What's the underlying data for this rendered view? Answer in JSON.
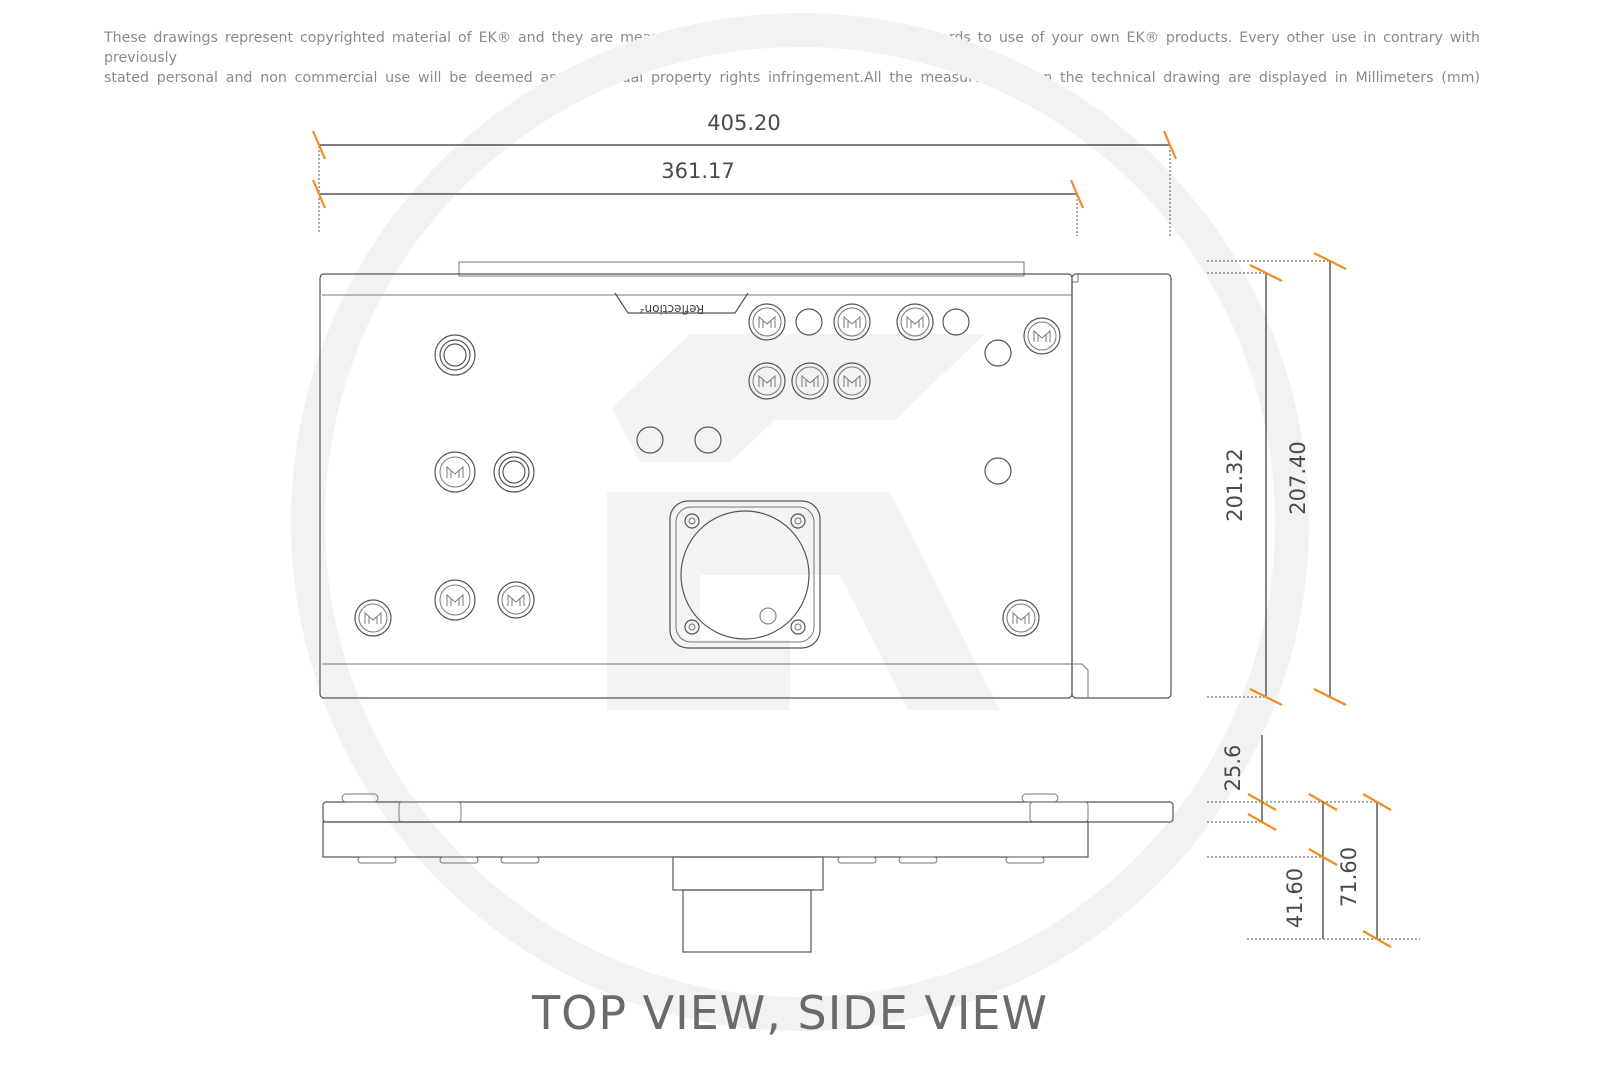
{
  "disclaimer": {
    "line1": "These drawings represent copyrighted material of EK® and they are meant only for your personal use, with regards to use of  your own EK® products. Every other use in contrary with previously",
    "line2": "stated personal and non commercial use will be deemed as intellectual property rights infringement.All the measurements on the technical drawing are displayed in Millimeters (mm)"
  },
  "dimensions": {
    "width_overall": "405.20",
    "width_block": "361.17",
    "height_inner": "201.32",
    "height_overall": "207.40",
    "thickness_plate": "25.6",
    "thickness_block": "41.60",
    "thickness_total": "71.60"
  },
  "branding": {
    "badge": "Reflection²"
  },
  "view_title": "TOP VIEW, SIDE VIEW",
  "colors": {
    "dimension_tick": "#f28c1e",
    "outline": "#555555",
    "watermark": "#f2f2f2"
  }
}
